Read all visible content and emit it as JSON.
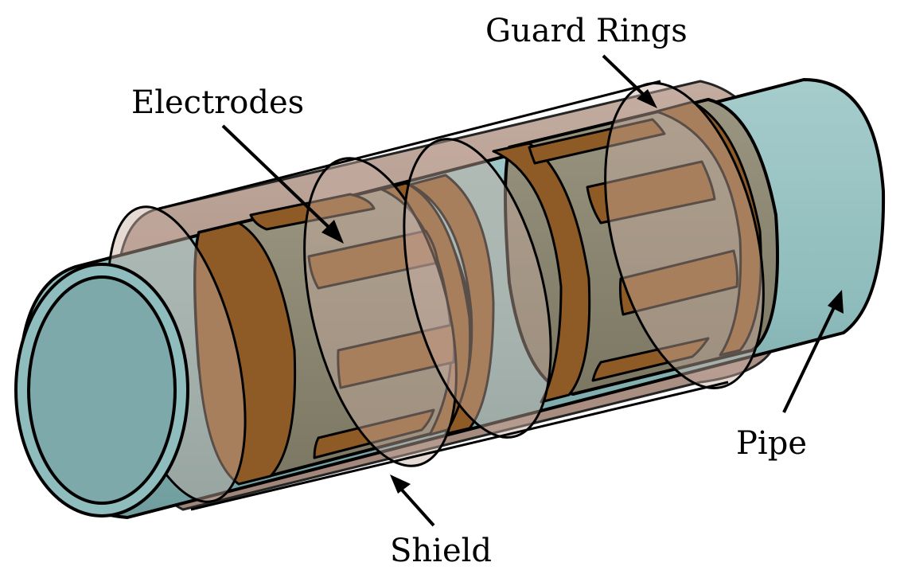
{
  "labels": {
    "guard_rings": "Guard Rings",
    "electrodes": "Electrodes",
    "pipe": "Pipe",
    "shield": "Shield"
  },
  "colors": {
    "pipe": "#8fbcbc",
    "pipe_dark": "#6a9a9b",
    "shield": "#b09486",
    "shield_light": "#c7aea1",
    "sensor_sleeve": "#8a8670",
    "copper": "#8e5a26",
    "outline": "#000000"
  }
}
